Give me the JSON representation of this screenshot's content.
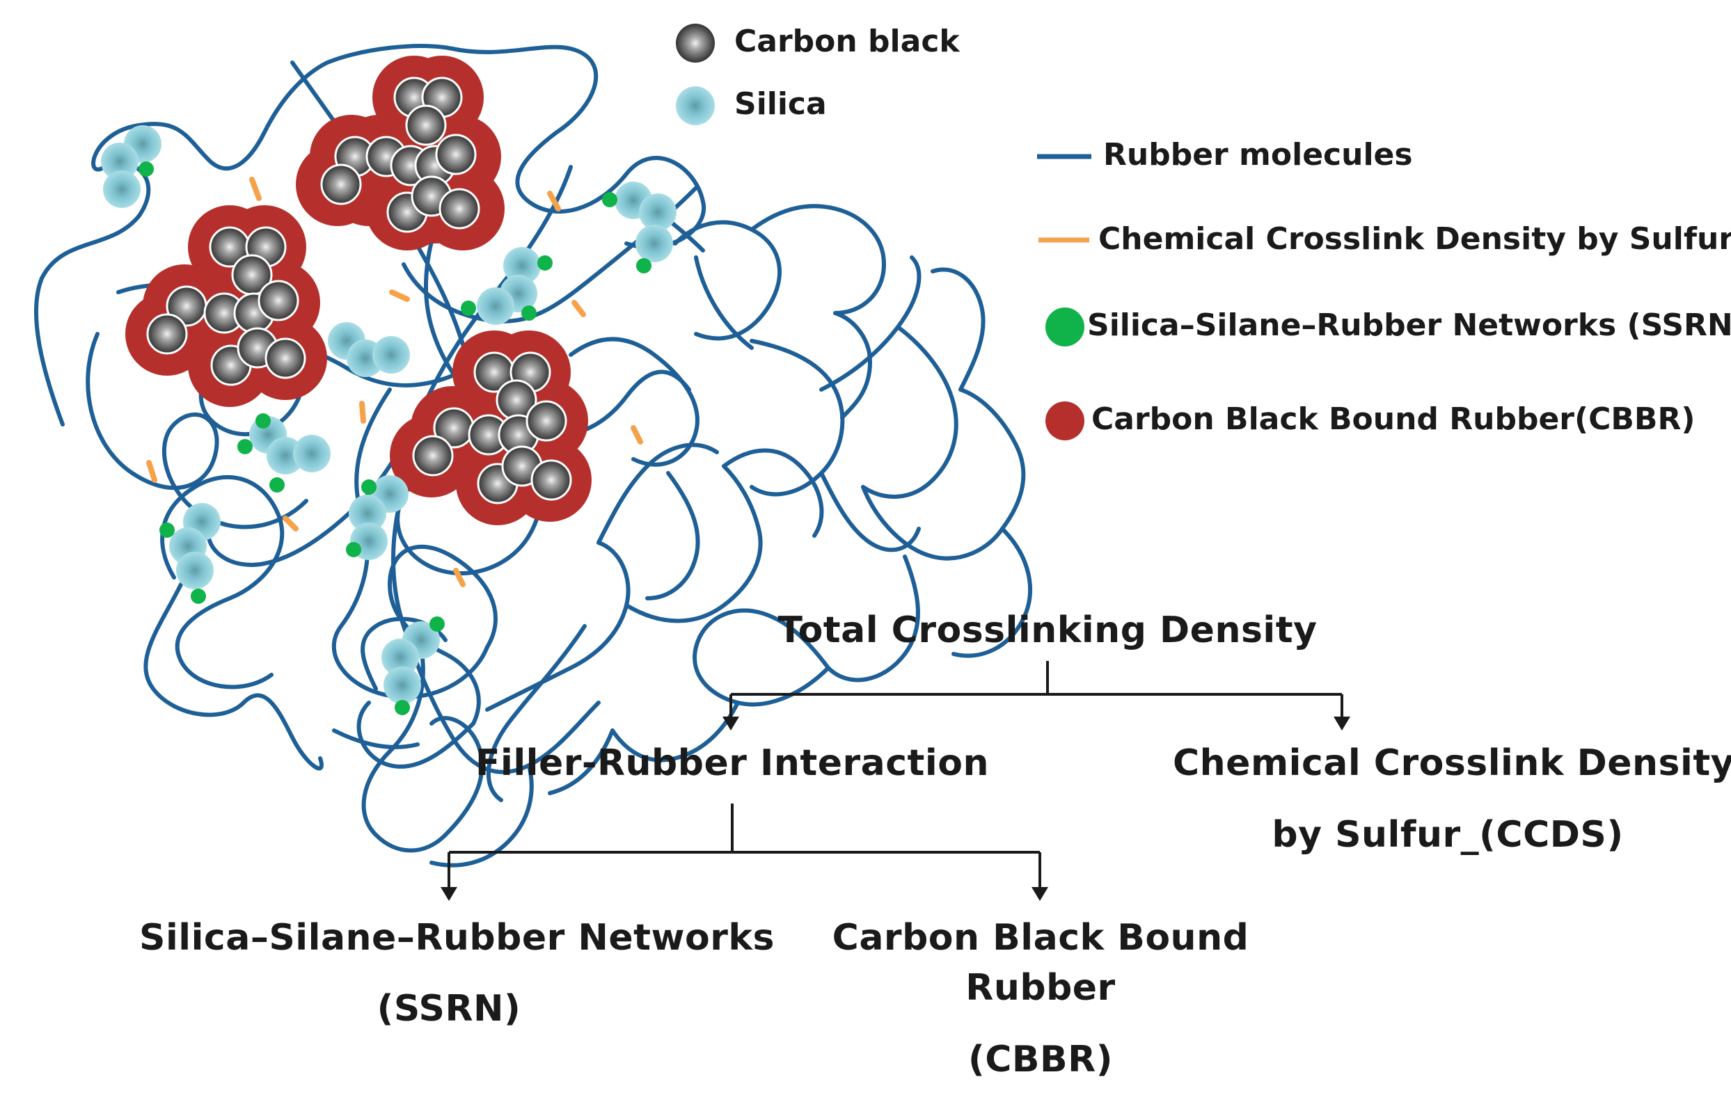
{
  "legend": {
    "carbon_black": "Carbon black",
    "silica": "Silica",
    "rubber_molecules": "Rubber molecules",
    "sulfur_crosslink": "Chemical Crosslink Density by Sulfur",
    "ssrn": "Silica–Silane–Rubber Networks (SSRN)",
    "cbbr": "Carbon Black Bound Rubber(CBBR)"
  },
  "tree": {
    "root": "Total Crosslinking Density",
    "filler_rubber": "Filler-Rubber Interaction",
    "ccds_line1": "Chemical Crosslink Density",
    "ccds_line2": "by Sulfur_(CCDS)",
    "ssrn_line1": "Silica–Silane–Rubber Networks",
    "ssrn_line2": "(SSRN)",
    "cbbr_line1": "Carbon Black Bound",
    "cbbr_line2": "Rubber",
    "cbbr_line3": "(CBBR)"
  },
  "colors": {
    "rubber": "#1d5f96",
    "sulfur": "#f5a24a",
    "ssrn_dot": "#10b24a",
    "cbbr": "#b5302c",
    "carbon_black": "#8a8a8a",
    "silica": "#7fc3d0"
  },
  "icons": {
    "carbon_black": "gray-sphere-icon",
    "silica": "cyan-sphere-icon",
    "rubber": "blue-line-icon",
    "sulfur": "orange-dash-icon",
    "ssrn": "green-dot-icon",
    "cbbr": "red-dot-icon"
  }
}
